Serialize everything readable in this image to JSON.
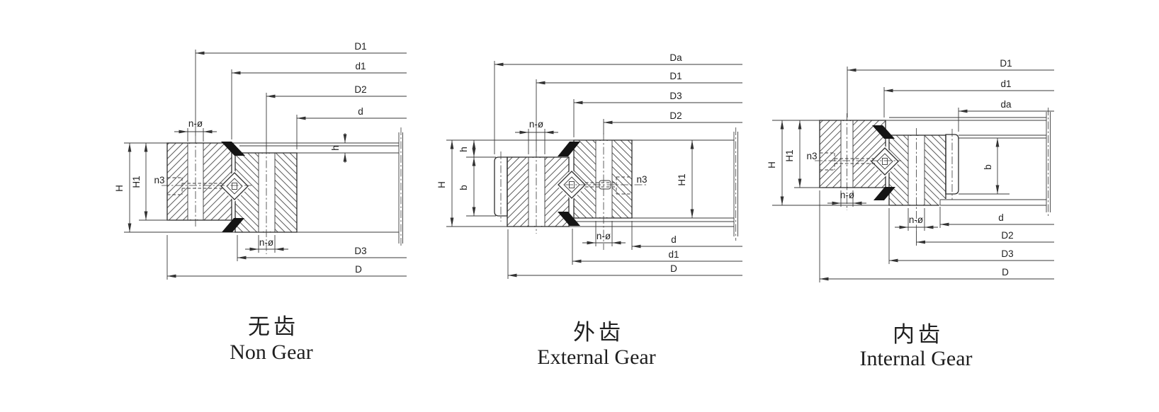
{
  "page": {
    "background": "#ffffff",
    "line_color": "#333333",
    "text_color": "#1f1f1f"
  },
  "diagrams": [
    {
      "id": "non-gear",
      "caption_zh": "无齿",
      "caption_en": "Non Gear",
      "labels": {
        "D1": "D1",
        "d1": "d1",
        "D2": "D2",
        "d": "d",
        "h": "h",
        "n_phi_top": "n-ø",
        "H": "H",
        "H1": "H1",
        "n3": "n3",
        "n_phi_bottom": "n-ø",
        "D3": "D3",
        "D": "D"
      }
    },
    {
      "id": "external-gear",
      "caption_zh": "外齿",
      "caption_en": "External Gear",
      "labels": {
        "Da": "Da",
        "D1": "D1",
        "D3": "D3",
        "D2": "D2",
        "n_phi_top": "n-ø",
        "H": "H",
        "h": "h",
        "b": "b",
        "H1": "H1",
        "n3": "n3",
        "n_phi_bottom": "n-ø",
        "d": "d",
        "d1": "d1",
        "D": "D"
      }
    },
    {
      "id": "internal-gear",
      "caption_zh": "内齿",
      "caption_en": "Internal Gear",
      "labels": {
        "D1": "D1",
        "d1": "d1",
        "da": "da",
        "H": "H",
        "H1": "H1",
        "n3": "n3",
        "n_phi_left": "n-ø",
        "b": "b",
        "n_phi_bottom": "n-ø",
        "d": "d",
        "D2": "D2",
        "D3": "D3",
        "D": "D"
      }
    }
  ]
}
